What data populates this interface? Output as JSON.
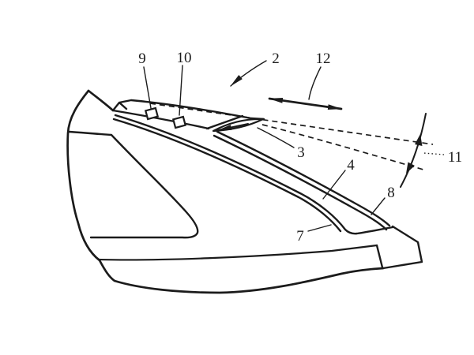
{
  "figure": {
    "background": "#ffffff",
    "ink": "#1b1b1b"
  },
  "labels": {
    "ref2": "2",
    "ref3": "3",
    "ref4": "4",
    "ref7": "7",
    "ref8": "8",
    "ref9": "9",
    "ref10": "10",
    "ref11": "11",
    "ref12": "12"
  }
}
